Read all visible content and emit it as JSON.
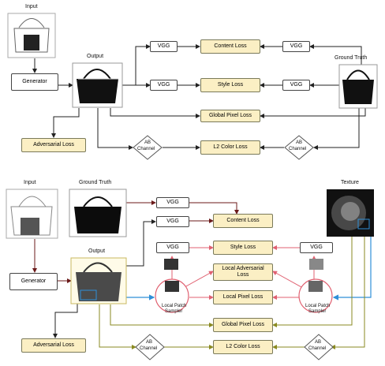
{
  "top": {
    "input_label": "Input",
    "generator": "Generator",
    "output_label": "Output",
    "ground_truth_label": "Ground Truth",
    "vgg": "VGG",
    "content_loss": "Content Loss",
    "style_loss": "Style Loss",
    "global_pixel_loss": "Global Pixel Loss",
    "adversarial_loss": "Adversarial Loss",
    "ab_channel_1": "AB",
    "ab_channel_2": "Channel",
    "l2_color_loss": "L2 Color Loss"
  },
  "bottom": {
    "input_label": "Input",
    "ground_truth_label": "Ground Truth",
    "texture_label": "Texture",
    "generator": "Generator",
    "output_label": "Output",
    "vgg": "VGG",
    "content_loss": "Content Loss",
    "style_loss": "Style Loss",
    "local_adversarial_loss_1": "Local Adversarial",
    "local_adversarial_loss_2": "Loss",
    "local_pixel_loss": "Local Pixel Loss",
    "global_pixel_loss": "Global Pixel Loss",
    "adversarial_loss": "Adversarial Loss",
    "l2_color_loss": "L2 Color Loss",
    "ab_channel_1": "AB",
    "ab_channel_2": "Channel",
    "local_patch_sampler_1": "Local Patch",
    "local_patch_sampler_2": "Sampler"
  },
  "colors": {
    "loss_fill": "#fbefc4",
    "arrow_dark": "#222222",
    "arrow_red": "#e06070",
    "arrow_blue": "#2f8fd8",
    "arrow_olive": "#8a8a20",
    "arrow_maroon": "#6b1a1a"
  }
}
